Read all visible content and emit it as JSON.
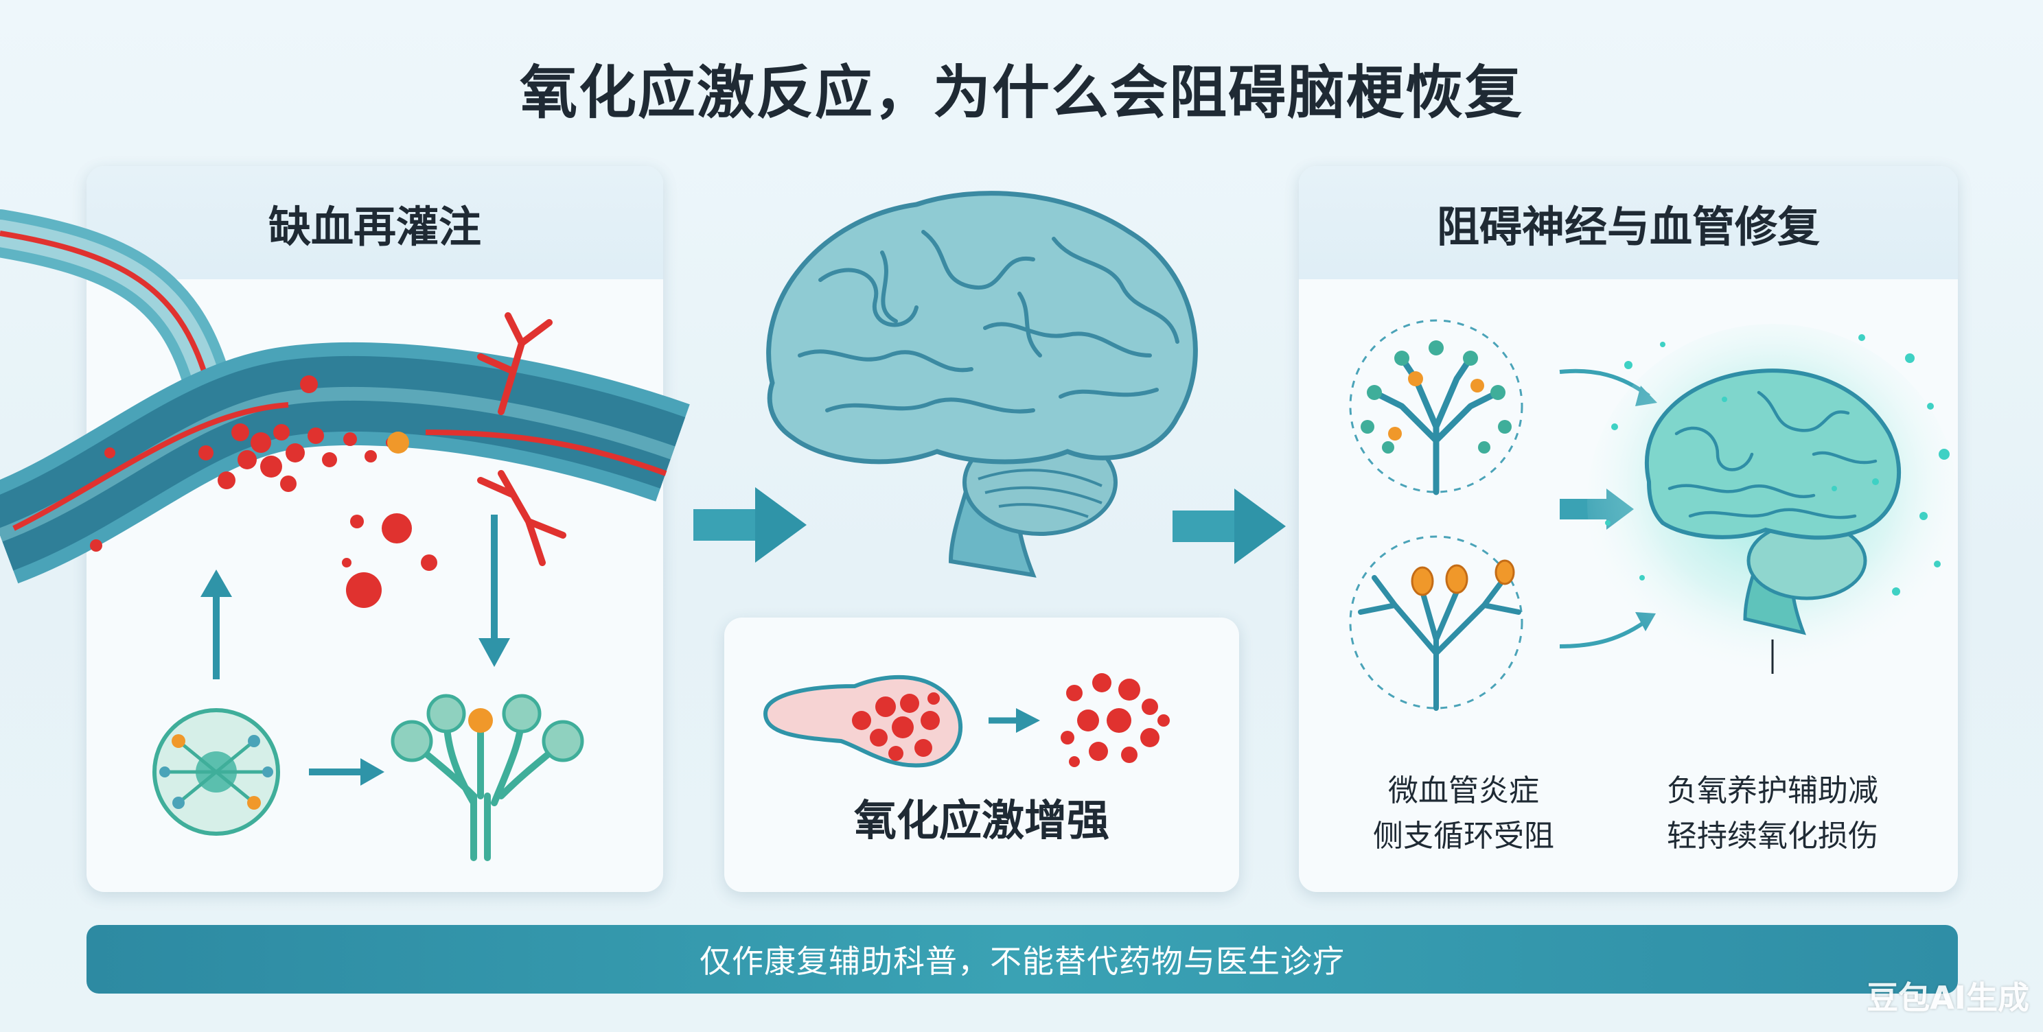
{
  "title": "氧化应激反应，为什么会阻碍脑梗恢复",
  "panels": {
    "left": {
      "title": "缺血再灌注"
    },
    "middle": {
      "caption": "氧化应激增强"
    },
    "right": {
      "title": "阻碍神经与血管修复",
      "label_left_line1": "微血管炎症",
      "label_left_line2": "侧支循环受阻",
      "label_right_line1": "负氧养护辅助减",
      "label_right_line2": "轻持续氧化损伤"
    }
  },
  "footer": {
    "text": "仅作康复辅助科普，不能替代药物与医生诊疗"
  },
  "watermark": {
    "text": "豆包AI生成"
  },
  "colors": {
    "vessel": "#4aa3b8",
    "blood": "#e0322f",
    "neuron": "#3fae9a",
    "brain": "#7cc3cf",
    "arrow": "#2f94a8",
    "footer": "#2d8aa2"
  }
}
